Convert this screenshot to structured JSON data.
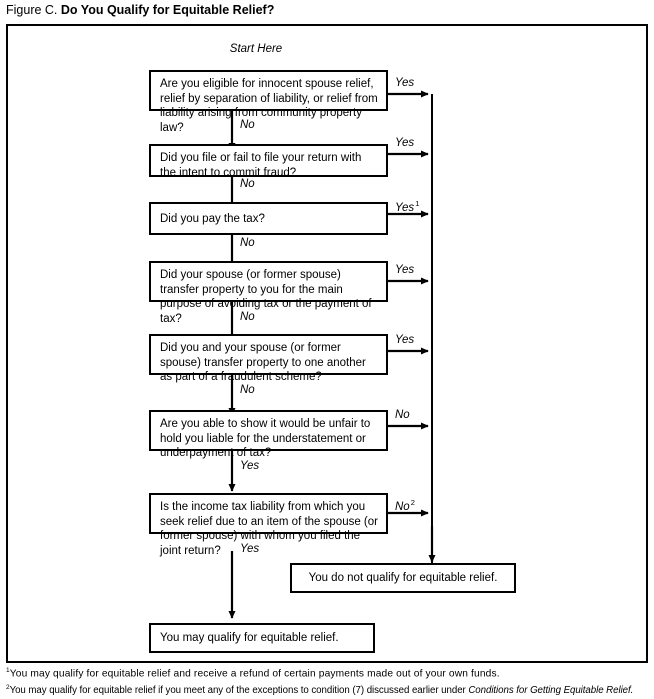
{
  "title": {
    "lead": "Figure C.",
    "bold": "Do You Qualify for Equitable Relief?"
  },
  "start_label": "Start Here",
  "nodes": [
    {
      "id": "q1",
      "kind": "decision",
      "text": "Are you eligible for innocent spouse relief, relief by separation of liability, or relief from liability arising from community property law?"
    },
    {
      "id": "q2",
      "kind": "decision",
      "text": "Did you file or fail to file your return with the intent to commit fraud?"
    },
    {
      "id": "q3",
      "kind": "decision",
      "text": "Did you pay the tax?"
    },
    {
      "id": "q4",
      "kind": "decision",
      "text": "Did your spouse (or former spouse) transfer property to you for the main purpose of avoiding tax or the payment of tax?"
    },
    {
      "id": "q5",
      "kind": "decision",
      "text": "Did you and your spouse (or former spouse) transfer property to one another as part of a fraudulent scheme?"
    },
    {
      "id": "q6",
      "kind": "decision",
      "text": "Are you able to show it would be unfair to hold you liable for the understatement or underpayment of tax?"
    },
    {
      "id": "q7",
      "kind": "decision",
      "text": "Is the income tax liability from which you seek relief due to an item of the spouse (or former spouse) with whom you filed the joint return?"
    },
    {
      "id": "no-qualify",
      "kind": "terminal",
      "text": "You do not qualify for equitable relief."
    },
    {
      "id": "may-qualify",
      "kind": "terminal",
      "text": "You may qualify for equitable relief."
    }
  ],
  "edges": {
    "q1_down": "No",
    "q1_right": "Yes",
    "q2_down": "No",
    "q2_right": "Yes",
    "q3_down": "No",
    "q3_right": "Yes",
    "q3_right_sup": "1",
    "q4_down": "No",
    "q4_right": "Yes",
    "q5_down": "No",
    "q5_right": "Yes",
    "q6_down": "Yes",
    "q6_right": "No",
    "q7_down": "Yes",
    "q7_right": "No",
    "q7_right_sup": "2"
  },
  "footnotes": [
    {
      "marker": "1",
      "text": "You may qualify for equitable relief and receive a refund of certain payments made out of your own funds."
    },
    {
      "marker": "2",
      "text_before": "You may qualify for equitable relief if you meet any of the exceptions to condition (7) discussed earlier under ",
      "text_italic": "Conditions for Getting Equitable Relief.",
      "text_after": ""
    }
  ],
  "colors": {
    "stroke": "#000000",
    "background": "#ffffff"
  }
}
